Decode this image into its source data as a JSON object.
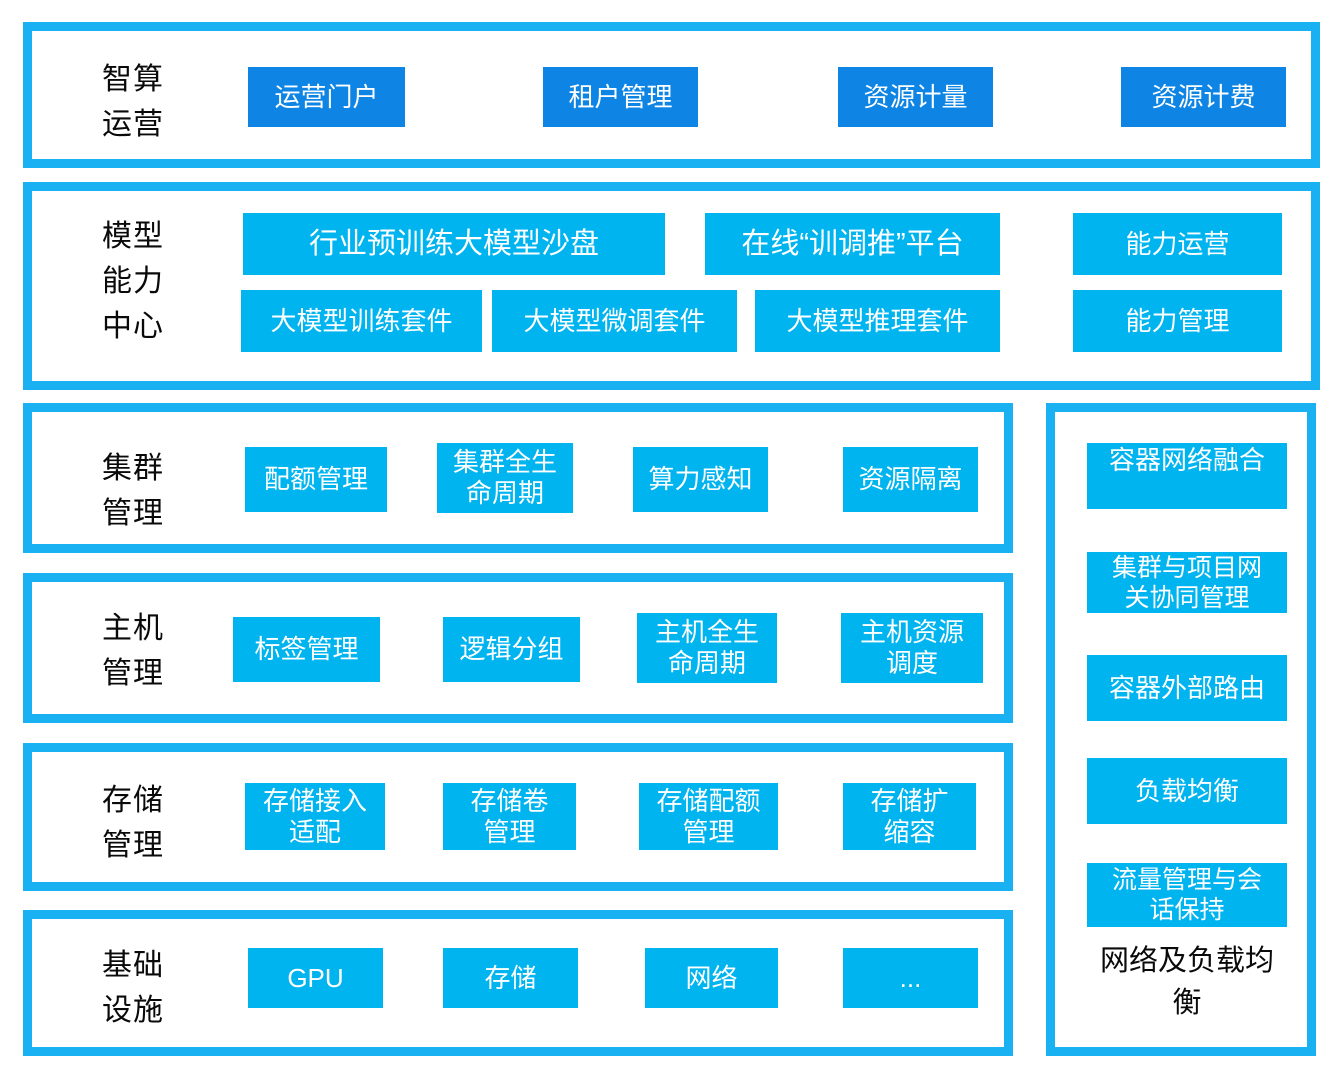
{
  "colors": {
    "frame": "#1AB1F2",
    "block_cyan": "#00B4EF",
    "block_blue": "#0E85E4",
    "block_text": "#FFFFFF",
    "label_text": "#0A0A0A"
  },
  "layers": {
    "ops": {
      "label": "智算\n运营",
      "buttons": [
        "运营门户",
        "租户管理",
        "资源计量",
        "资源计费"
      ]
    },
    "model": {
      "label": "模型\n能力\n中心",
      "row1": [
        "行业预训练大模型沙盘",
        "在线“训调推”平台",
        "能力运营"
      ],
      "row2": [
        "大模型训练套件",
        "大模型微调套件",
        "大模型推理套件",
        "能力管理"
      ]
    },
    "cluster": {
      "label": "集群\n管理",
      "buttons": [
        "配额管理",
        "集群全生\n命周期",
        "算力感知",
        "资源隔离"
      ]
    },
    "host": {
      "label": "主机\n管理",
      "buttons": [
        "标签管理",
        "逻辑分组",
        "主机全生\n命周期",
        "主机资源\n调度"
      ]
    },
    "storage": {
      "label": "存储\n管理",
      "buttons": [
        "存储接入\n适配",
        "存储卷\n管理",
        "存储配额\n管理",
        "存储扩\n缩容"
      ]
    },
    "infra": {
      "label": "基础\n设施",
      "buttons": [
        "GPU",
        "存储",
        "网络",
        "..."
      ]
    }
  },
  "network_panel": {
    "buttons": [
      "容器网络融合",
      "集群与项目网\n关协同管理",
      "容器外部路由",
      "负载均衡",
      "流量管理与会\n话保持"
    ],
    "label": "网络及负载均\n衡"
  }
}
